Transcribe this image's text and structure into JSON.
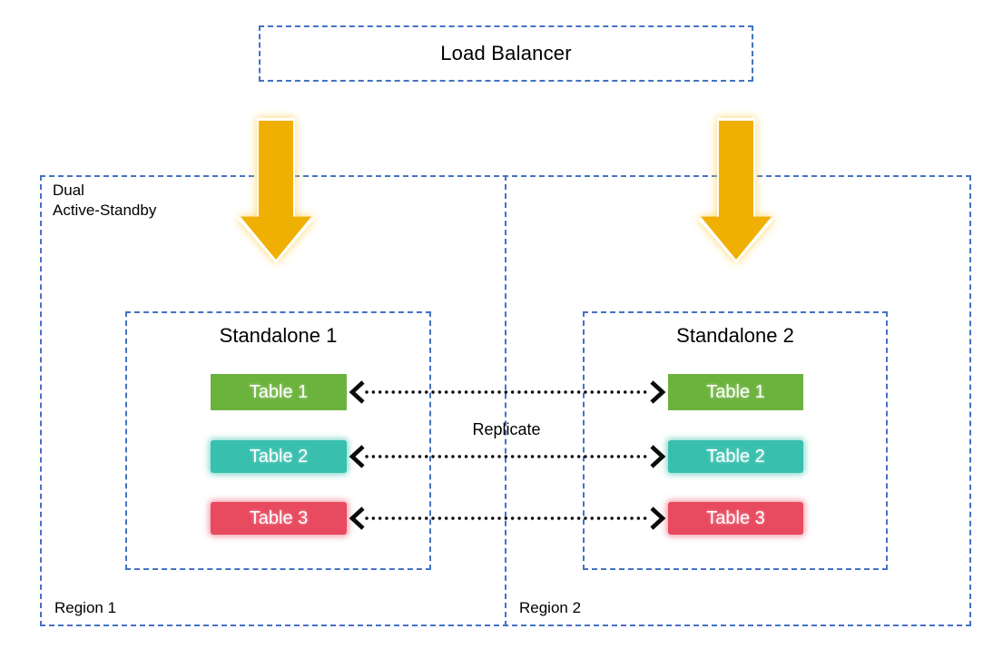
{
  "diagram": {
    "load_balancer": {
      "label": "Load Balancer"
    },
    "cluster": {
      "label_line1": "Dual",
      "label_line2": "Active-Standby"
    },
    "regions": [
      {
        "label": "Region 1"
      },
      {
        "label": "Region 2"
      }
    ],
    "standalones": [
      {
        "title": "Standalone 1",
        "tables": [
          {
            "label": "Table 1"
          },
          {
            "label": "Table 2"
          },
          {
            "label": "Table 3"
          }
        ]
      },
      {
        "title": "Standalone 2",
        "tables": [
          {
            "label": "Table 1"
          },
          {
            "label": "Table 2"
          },
          {
            "label": "Table 3"
          }
        ]
      }
    ],
    "replicate_label": "Replicate",
    "colors": {
      "border_blue": "#4472C4",
      "arrow_gold": "#F0B003",
      "table_green": "#6CB33E",
      "table_teal": "#38BFAE",
      "table_red": "#E84A5F"
    }
  }
}
